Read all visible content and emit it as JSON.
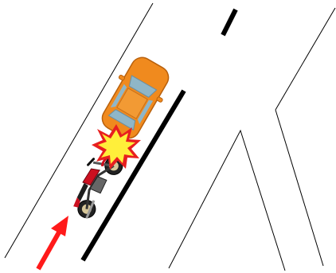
{
  "diagram": {
    "type": "traffic-accident-sketch",
    "elements": {
      "road_edges": "road-edge-lines",
      "lane_divider": "solid-lane-divider",
      "center_dash": "broken-center-line-segment",
      "junction": "road-junction-branch",
      "car": "car-icon",
      "impact": "collision-burst-icon",
      "motorcycle": "motorcycle-icon",
      "direction": "arrow-up-icon"
    },
    "colors": {
      "car_body": "#f08a1e",
      "car_window": "#8fb6c8",
      "burst_outer": "#e81f1f",
      "burst_inner": "#ffef3a",
      "arrow": "#ff1a1a",
      "lines": "#000000",
      "motorcycle_tank": "#cc1020"
    }
  }
}
